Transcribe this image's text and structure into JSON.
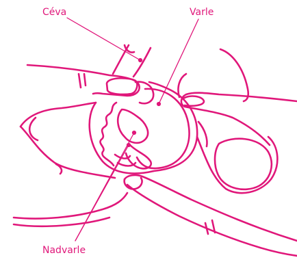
{
  "colors": {
    "stroke": "#e0177a",
    "label": "#e0177a",
    "background": "#ffffff"
  },
  "labels": {
    "ceva": "Céva",
    "varle": "Varle",
    "nadvarle": "Nadvarle"
  }
}
